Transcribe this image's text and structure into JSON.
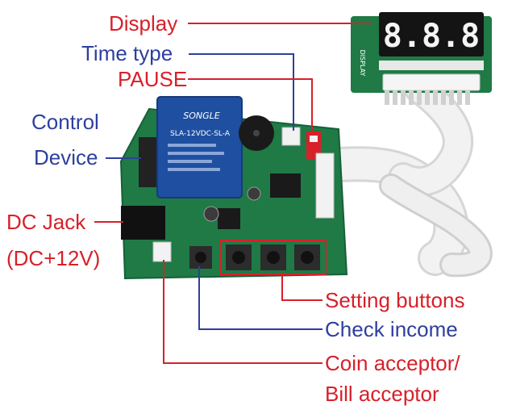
{
  "labels": {
    "display": "Display",
    "time_type": "Time type",
    "pause": "PAUSE",
    "control_1": "Control",
    "control_2": "Device",
    "dc_jack_1": "DC Jack",
    "dc_jack_2": "(DC+12V)",
    "setting_buttons": "Setting buttons",
    "check_income": "Check income",
    "coin_1": "Coin acceptor/",
    "coin_2": "Bill acceptor"
  },
  "board_text": {
    "relay_brand": "SONGLE",
    "relay_model": "SLA-12VDC-SL-A",
    "display_side": "DISPLAY",
    "display_digits": "8.8.8"
  },
  "colors": {
    "red_label": "#d8202a",
    "blue_label": "#2e3f9e",
    "pcb_green": "#1f7a45",
    "relay_blue": "#1f4fa0",
    "ribbon": "#e9e9e9"
  }
}
